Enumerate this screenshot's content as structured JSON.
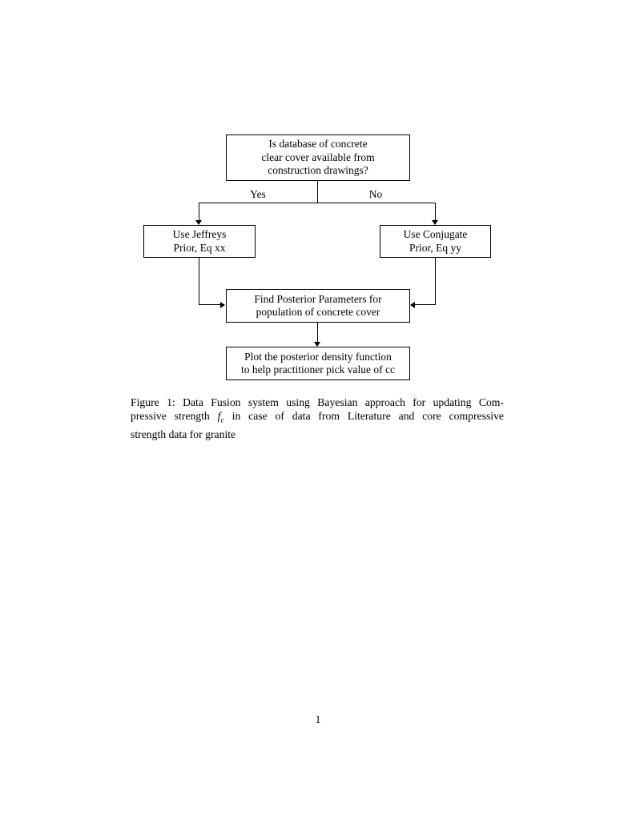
{
  "page": {
    "number": "1",
    "background_color": "#ffffff",
    "ink_color": "#000000"
  },
  "flowchart": {
    "nodes": {
      "decision": {
        "lines": [
          "Is database of concrete",
          "clear cover available from",
          "construction drawings?"
        ]
      },
      "jeffreys": {
        "lines": [
          "Use Jeffreys",
          "Prior, Eq xx"
        ]
      },
      "conjugate": {
        "lines": [
          "Use Conjugate",
          "Prior, Eq yy"
        ]
      },
      "posterior": {
        "lines": [
          "Find Posterior Parameters for",
          "population of concrete cover"
        ]
      },
      "plot": {
        "lines": [
          "Plot the posterior density function",
          "to help practitioner pick value of cc"
        ]
      }
    },
    "edge_labels": {
      "yes": "Yes",
      "no": "No"
    }
  },
  "caption": {
    "line1": "Figure 1: Data Fusion system using Bayesian approach for updating Com-",
    "line2_pre": "pressive strength",
    "math_base": "f",
    "math_sub": "c",
    "line2_post": "in case of data from Literature and core compressive",
    "line3": "strength data for granite"
  }
}
